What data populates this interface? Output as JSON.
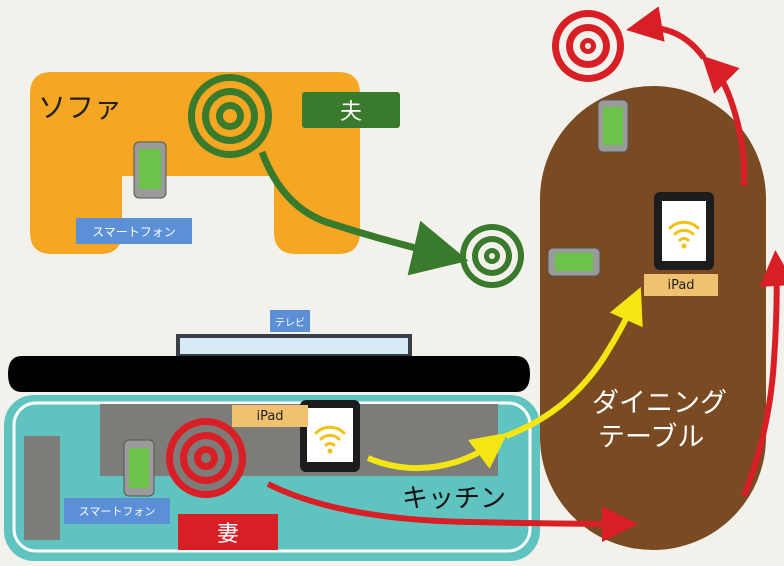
{
  "labels": {
    "sofa": "ソファ",
    "husband": "夫",
    "wife": "妻",
    "kitchen": "キッチン",
    "dining_line1": "ダイニング",
    "dining_line2": "テーブル",
    "tv": "テレビ",
    "smartphone_sofa": "スマートフォン",
    "smartphone_kitchen": "スマートフォン",
    "ipad_table": "iPad",
    "ipad_kitchen": "iPad"
  },
  "colors": {
    "background": "#f3f1ec",
    "sofa": "#f5a623",
    "kitchen_area": "#5fc4c0",
    "counter": "#7e7c78",
    "dining_table": "#7a4a22",
    "husband": "#3a7a2c",
    "wife": "#d81f26",
    "wifi_arrow": "#f4e515",
    "label_blue": "#5b8fd6",
    "label_tan": "#f0c26f"
  },
  "icons": [
    "target-icon",
    "smartphone-icon",
    "tablet-icon",
    "wifi-icon",
    "arrow-icon"
  ]
}
